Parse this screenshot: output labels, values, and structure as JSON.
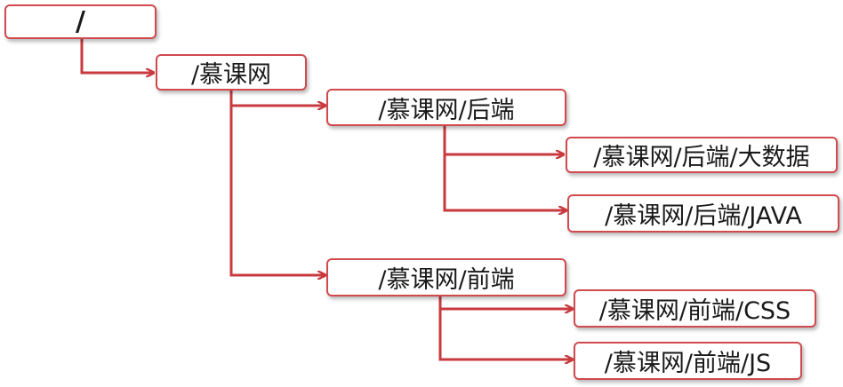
{
  "diagram": {
    "line_color": "#c93a3f",
    "border_color": "#d04a4e",
    "nodes": {
      "root": "/",
      "imooc": "/慕课网",
      "backend": "/慕课网/后端",
      "bigdata": "/慕课网/后端/大数据",
      "java": "/慕课网/后端/JAVA",
      "frontend": "/慕课网/前端",
      "css": "/慕课网/前端/CSS",
      "js": "/慕课网/前端/JS"
    }
  }
}
